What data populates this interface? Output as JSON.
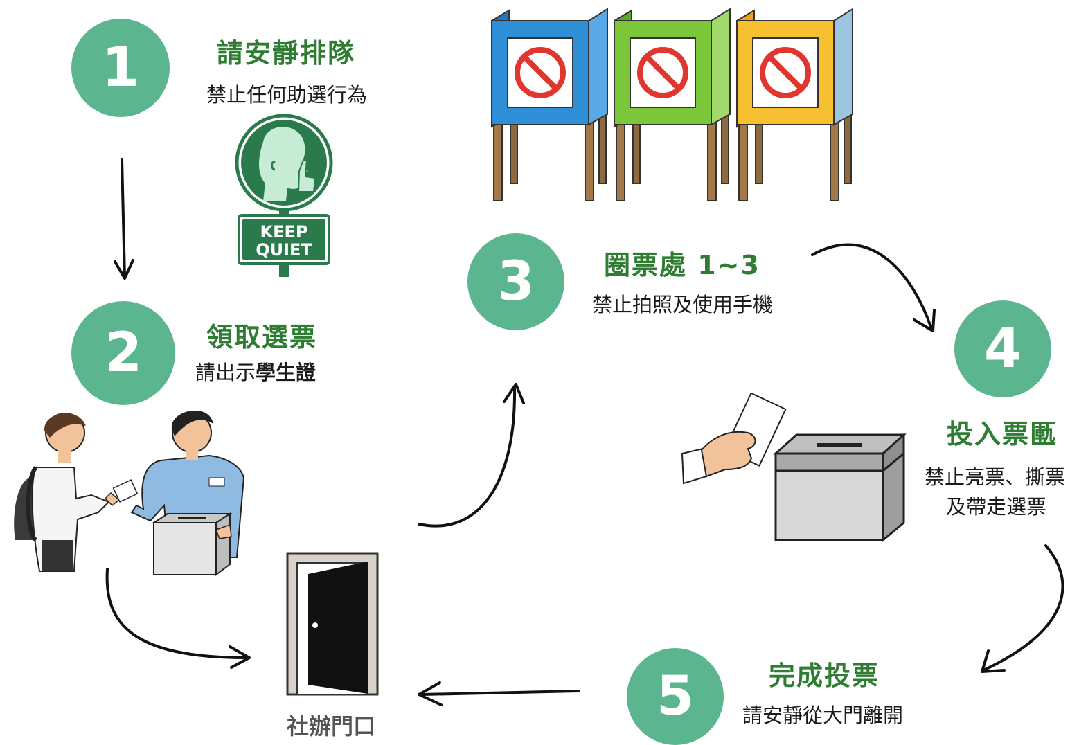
{
  "colors": {
    "circle": "#5bb58e",
    "title": "#2e7d32",
    "text": "#1a1a1a",
    "arrow": "#111111"
  },
  "steps": [
    {
      "number": "1",
      "title": "請安靜排隊",
      "desc": "禁止任何助選行為"
    },
    {
      "number": "2",
      "title": "領取選票",
      "desc_plain": "請出示",
      "desc_bold": "學生證"
    },
    {
      "number": "3",
      "title": "圈票處 1~3",
      "desc": "禁止拍照及使用手機"
    },
    {
      "number": "4",
      "title": "投入票匭",
      "desc_line1": "禁止亮票、撕票",
      "desc_line2": "及帶走選票"
    },
    {
      "number": "5",
      "title": "完成投票",
      "desc": "請安靜從大門離開"
    }
  ],
  "sign": {
    "line1": "KEEP",
    "line2": "QUIET"
  },
  "door": {
    "label": "社辦門口"
  },
  "icons": [
    "keep-quiet-sign",
    "voting-booths",
    "ballot-handoff",
    "ballot-box",
    "door",
    "no-symbol"
  ]
}
